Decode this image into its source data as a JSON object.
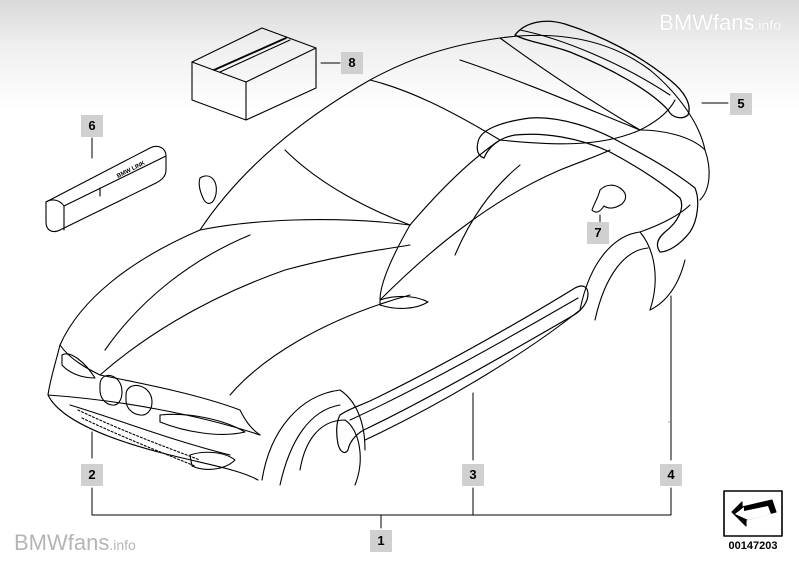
{
  "watermark": {
    "top_brand": "BMWfans",
    "top_suffix": ".info",
    "bottom_brand": "BMWfans",
    "bottom_suffix": ".info"
  },
  "callouts": [
    {
      "id": "1",
      "label": "1"
    },
    {
      "id": "2",
      "label": "2"
    },
    {
      "id": "3",
      "label": "3"
    },
    {
      "id": "4",
      "label": "4"
    },
    {
      "id": "5",
      "label": "5"
    },
    {
      "id": "6",
      "label": "6"
    },
    {
      "id": "7",
      "label": "7"
    },
    {
      "id": "8",
      "label": "8"
    }
  ],
  "part6_text": "BMW LINK",
  "diagram_ref": "00147203",
  "colors": {
    "line": "#000000",
    "callout_bg": "#d0d0d0",
    "watermark": "#b5b5b5"
  }
}
